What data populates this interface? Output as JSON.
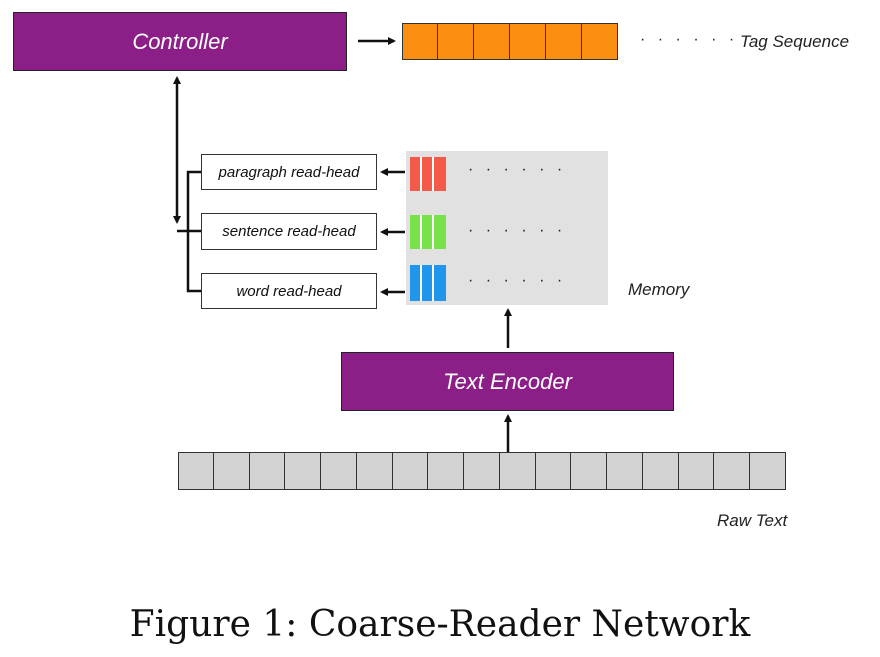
{
  "figure": {
    "caption": "Figure 1: Coarse-Reader Network"
  },
  "diagram": {
    "controller": {
      "label": "Controller"
    },
    "tag_sequence": {
      "label": "Tag Sequence",
      "cells": 6,
      "dots": "· · · · · ·",
      "color": "#f98e10"
    },
    "read_heads": [
      {
        "label": "paragraph read-head",
        "color": "#f35a4a"
      },
      {
        "label": "sentence read-head",
        "color": "#78e24a"
      },
      {
        "label": "word read-head",
        "color": "#1f95ec"
      }
    ],
    "memory": {
      "label": "Memory",
      "dots": "· · · · · ·",
      "cells_per_row": 3,
      "background": "#e1e1e1"
    },
    "encoder": {
      "label": "Text Encoder"
    },
    "raw_text": {
      "label": "Raw Text",
      "cells": 17,
      "color": "#d3d3d3"
    },
    "accent_color": "#8b1f87"
  }
}
